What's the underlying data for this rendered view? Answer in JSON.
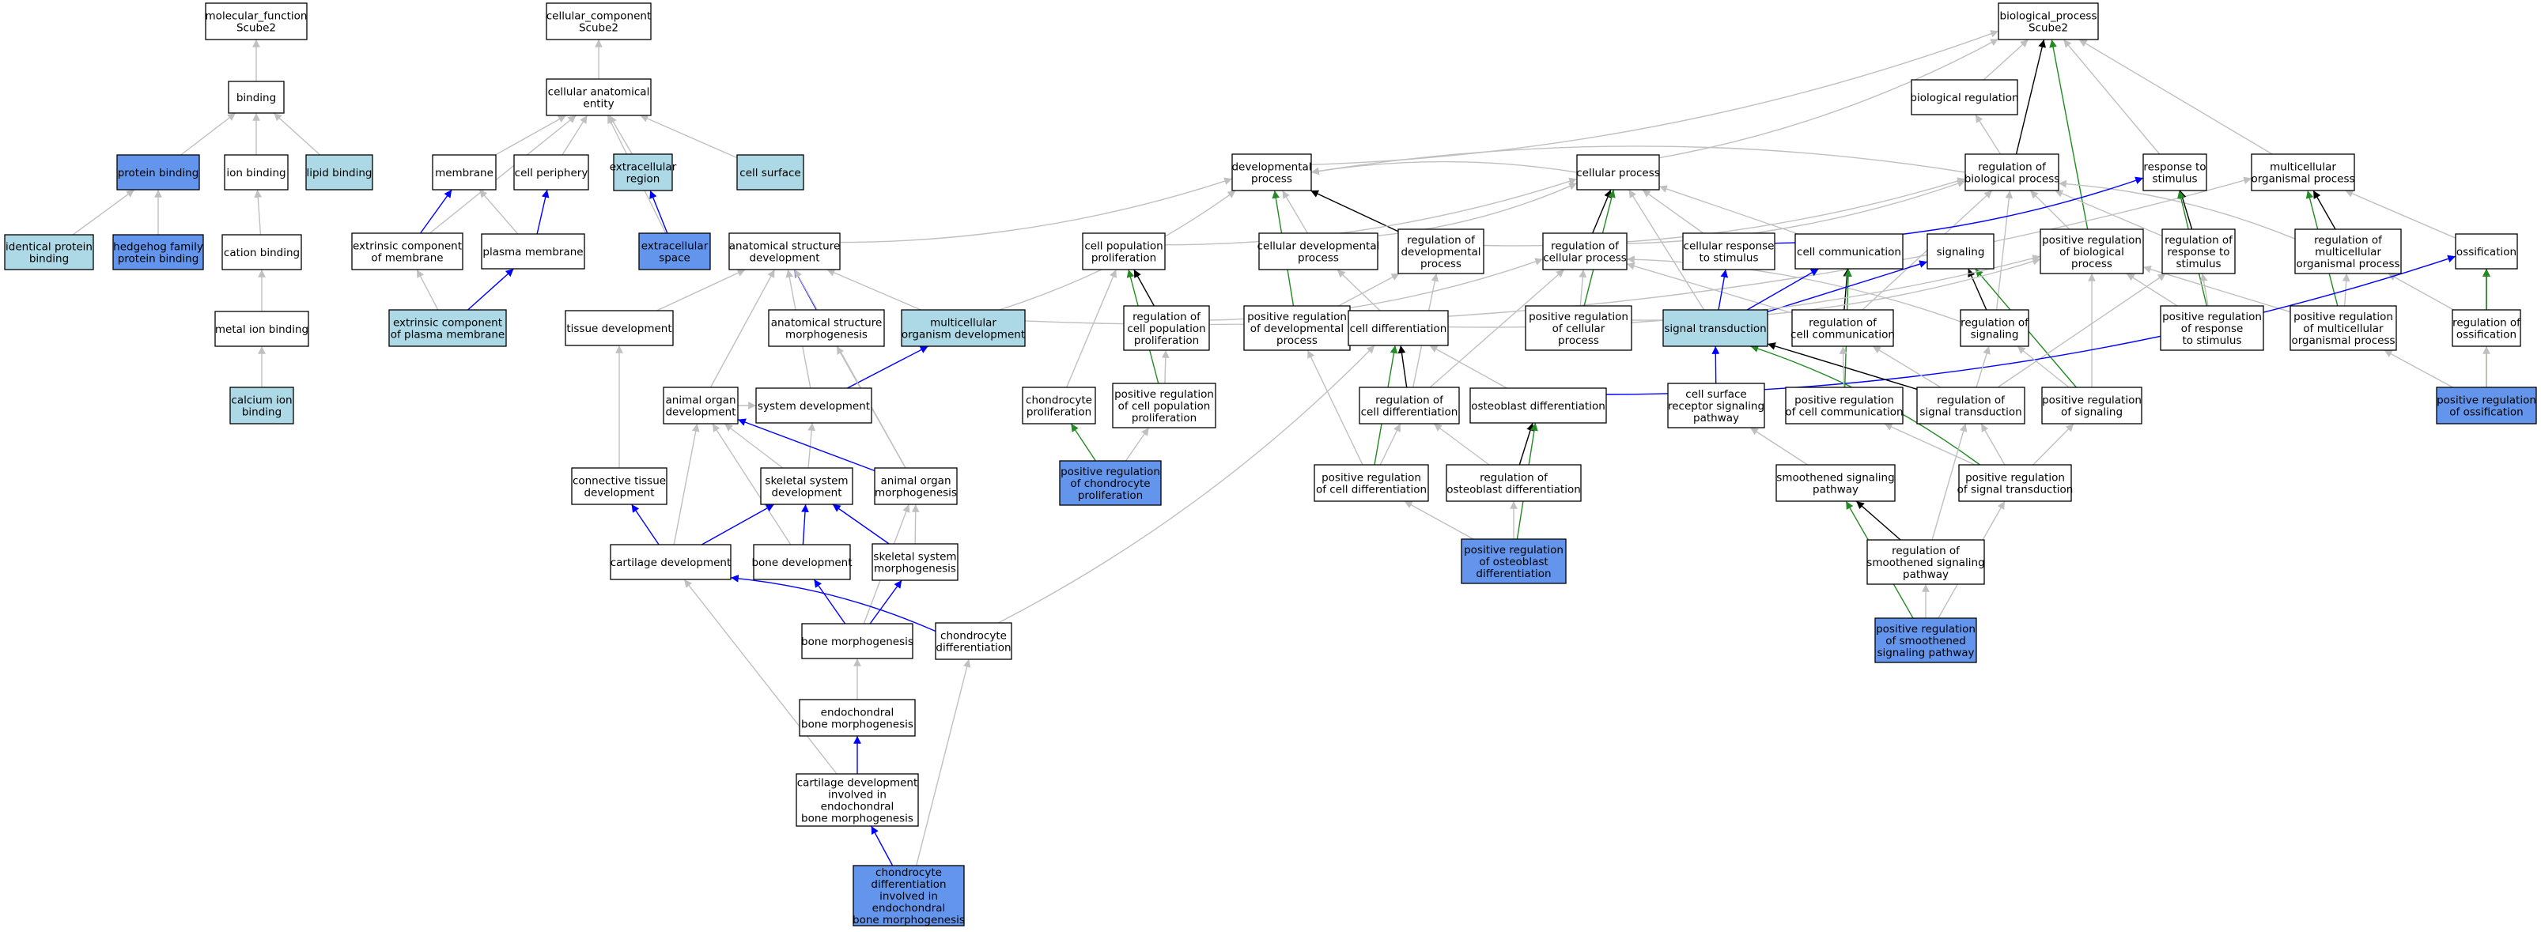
{
  "colors": {
    "plain": "#ffffff",
    "light": "#add8e6",
    "dark": "#6495ed",
    "grey_edge": "#c0c0c0",
    "black_edge": "#000000",
    "blue_edge": "#0000ff",
    "green_edge": "#228b22"
  },
  "nodes": [
    {
      "id": "mf",
      "lines": [
        "molecular_function",
        "Scube2"
      ],
      "fill": "plain"
    },
    {
      "id": "cc",
      "lines": [
        "cellular_component",
        "Scube2"
      ],
      "fill": "plain"
    },
    {
      "id": "bp",
      "lines": [
        "biological_process",
        "Scube2"
      ],
      "fill": "plain"
    },
    {
      "id": "binding",
      "lines": [
        "binding"
      ],
      "fill": "plain"
    },
    {
      "id": "cae",
      "lines": [
        "cellular anatomical",
        "entity"
      ],
      "fill": "plain"
    },
    {
      "id": "protbind",
      "lines": [
        "protein binding"
      ],
      "fill": "dark"
    },
    {
      "id": "ionbind",
      "lines": [
        "ion binding"
      ],
      "fill": "plain"
    },
    {
      "id": "lipidbind",
      "lines": [
        "lipid binding"
      ],
      "fill": "light"
    },
    {
      "id": "idprot",
      "lines": [
        "identical protein",
        "binding"
      ],
      "fill": "light"
    },
    {
      "id": "hhbind",
      "lines": [
        "hedgehog family",
        "protein binding"
      ],
      "fill": "dark"
    },
    {
      "id": "cationbind",
      "lines": [
        "cation binding"
      ],
      "fill": "plain"
    },
    {
      "id": "metalbind",
      "lines": [
        "metal ion binding"
      ],
      "fill": "plain"
    },
    {
      "id": "cabind",
      "lines": [
        "calcium ion",
        "binding"
      ],
      "fill": "light"
    },
    {
      "id": "membrane",
      "lines": [
        "membrane"
      ],
      "fill": "plain"
    },
    {
      "id": "cellper",
      "lines": [
        "cell periphery"
      ],
      "fill": "plain"
    },
    {
      "id": "ecreg",
      "lines": [
        "extracellular",
        "region"
      ],
      "fill": "light"
    },
    {
      "id": "cellsurf",
      "lines": [
        "cell surface"
      ],
      "fill": "light"
    },
    {
      "id": "extcompmem",
      "lines": [
        "extrinsic component",
        "of membrane"
      ],
      "fill": "plain"
    },
    {
      "id": "plasmamem",
      "lines": [
        "plasma membrane"
      ],
      "fill": "plain"
    },
    {
      "id": "ecspace",
      "lines": [
        "extracellular",
        "space"
      ],
      "fill": "dark"
    },
    {
      "id": "extcomppm",
      "lines": [
        "extrinsic component",
        "of plasma membrane"
      ],
      "fill": "light"
    },
    {
      "id": "asd",
      "lines": [
        "anatomical structure",
        "development"
      ],
      "fill": "plain"
    },
    {
      "id": "tissuedev",
      "lines": [
        "tissue development"
      ],
      "fill": "plain"
    },
    {
      "id": "asm",
      "lines": [
        "anatomical structure",
        "morphogenesis"
      ],
      "fill": "plain"
    },
    {
      "id": "mcod",
      "lines": [
        "multicellular",
        "organism development"
      ],
      "fill": "light"
    },
    {
      "id": "aod",
      "lines": [
        "animal organ",
        "development"
      ],
      "fill": "plain"
    },
    {
      "id": "sysdev",
      "lines": [
        "system development"
      ],
      "fill": "plain"
    },
    {
      "id": "ctd",
      "lines": [
        "connective tissue",
        "development"
      ],
      "fill": "plain"
    },
    {
      "id": "ssd",
      "lines": [
        "skeletal system",
        "development"
      ],
      "fill": "plain"
    },
    {
      "id": "aom",
      "lines": [
        "animal organ",
        "morphogenesis"
      ],
      "fill": "plain"
    },
    {
      "id": "cartdev",
      "lines": [
        "cartilage development"
      ],
      "fill": "plain"
    },
    {
      "id": "bonedev",
      "lines": [
        "bone development"
      ],
      "fill": "plain"
    },
    {
      "id": "ssm",
      "lines": [
        "skeletal system",
        "morphogenesis"
      ],
      "fill": "plain"
    },
    {
      "id": "bonemorph",
      "lines": [
        "bone morphogenesis"
      ],
      "fill": "plain"
    },
    {
      "id": "chondiff",
      "lines": [
        "chondrocyte",
        "differentiation"
      ],
      "fill": "plain"
    },
    {
      "id": "endobm",
      "lines": [
        "endochondral",
        "bone morphogenesis"
      ],
      "fill": "plain"
    },
    {
      "id": "cdiebm",
      "lines": [
        "cartilage development",
        "involved in",
        "endochondral",
        "bone morphogenesis"
      ],
      "fill": "plain"
    },
    {
      "id": "chdiebm",
      "lines": [
        "chondrocyte",
        "differentiation",
        "involved in",
        "endochondral",
        "bone morphogenesis"
      ],
      "fill": "dark"
    },
    {
      "id": "devproc",
      "lines": [
        "developmental",
        "process"
      ],
      "fill": "plain"
    },
    {
      "id": "cellproc",
      "lines": [
        "cellular process"
      ],
      "fill": "plain"
    },
    {
      "id": "biolreg",
      "lines": [
        "biological regulation"
      ],
      "fill": "plain"
    },
    {
      "id": "regbp",
      "lines": [
        "regulation of",
        "biological process"
      ],
      "fill": "plain"
    },
    {
      "id": "resp",
      "lines": [
        "response to",
        "stimulus"
      ],
      "fill": "plain"
    },
    {
      "id": "mop",
      "lines": [
        "multicellular",
        "organismal process"
      ],
      "fill": "plain"
    },
    {
      "id": "cpp",
      "lines": [
        "cell population",
        "proliferation"
      ],
      "fill": "plain"
    },
    {
      "id": "cdp",
      "lines": [
        "cellular developmental",
        "process"
      ],
      "fill": "plain"
    },
    {
      "id": "regdp",
      "lines": [
        "regulation of",
        "developmental",
        "process"
      ],
      "fill": "plain"
    },
    {
      "id": "regcp",
      "lines": [
        "regulation of",
        "cellular process"
      ],
      "fill": "plain"
    },
    {
      "id": "crs",
      "lines": [
        "cellular response",
        "to stimulus"
      ],
      "fill": "plain"
    },
    {
      "id": "cellcomm",
      "lines": [
        "cell communication"
      ],
      "fill": "plain"
    },
    {
      "id": "signaling",
      "lines": [
        "signaling"
      ],
      "fill": "plain"
    },
    {
      "id": "posregbp",
      "lines": [
        "positive regulation",
        "of biological",
        "process"
      ],
      "fill": "plain"
    },
    {
      "id": "regrs",
      "lines": [
        "regulation of",
        "response to",
        "stimulus"
      ],
      "fill": "plain"
    },
    {
      "id": "regmop",
      "lines": [
        "regulation of",
        "multicellular",
        "organismal process"
      ],
      "fill": "plain"
    },
    {
      "id": "ossif",
      "lines": [
        "ossification"
      ],
      "fill": "plain"
    },
    {
      "id": "regcpp",
      "lines": [
        "regulation of",
        "cell population",
        "proliferation"
      ],
      "fill": "plain"
    },
    {
      "id": "posregdp",
      "lines": [
        "positive regulation",
        "of developmental",
        "process"
      ],
      "fill": "plain"
    },
    {
      "id": "celldiff",
      "lines": [
        "cell differentiation"
      ],
      "fill": "plain"
    },
    {
      "id": "posregcp",
      "lines": [
        "positive regulation",
        "of cellular",
        "process"
      ],
      "fill": "plain"
    },
    {
      "id": "sigtrans",
      "lines": [
        "signal transduction"
      ],
      "fill": "light"
    },
    {
      "id": "regcc",
      "lines": [
        "regulation of",
        "cell communication"
      ],
      "fill": "plain"
    },
    {
      "id": "regsig",
      "lines": [
        "regulation of",
        "signaling"
      ],
      "fill": "plain"
    },
    {
      "id": "posregrs",
      "lines": [
        "positive regulation",
        "of response",
        "to stimulus"
      ],
      "fill": "plain"
    },
    {
      "id": "posregmop",
      "lines": [
        "positive regulation",
        "of multicellular",
        "organismal process"
      ],
      "fill": "plain"
    },
    {
      "id": "regoss",
      "lines": [
        "regulation of",
        "ossification"
      ],
      "fill": "plain"
    },
    {
      "id": "chprolif",
      "lines": [
        "chondrocyte",
        "proliferation"
      ],
      "fill": "plain"
    },
    {
      "id": "posregcpp",
      "lines": [
        "positive regulation",
        "of cell population",
        "proliferation"
      ],
      "fill": "plain"
    },
    {
      "id": "regcd",
      "lines": [
        "regulation of",
        "cell differentiation"
      ],
      "fill": "plain"
    },
    {
      "id": "ostdiff",
      "lines": [
        "osteoblast differentiation"
      ],
      "fill": "plain"
    },
    {
      "id": "csrsp",
      "lines": [
        "cell surface",
        "receptor signaling",
        "pathway"
      ],
      "fill": "plain"
    },
    {
      "id": "posregcc",
      "lines": [
        "positive regulation",
        "of cell communication"
      ],
      "fill": "plain"
    },
    {
      "id": "regst",
      "lines": [
        "regulation of",
        "signal transduction"
      ],
      "fill": "plain"
    },
    {
      "id": "posregsig",
      "lines": [
        "positive regulation",
        "of signaling"
      ],
      "fill": "plain"
    },
    {
      "id": "posregoss",
      "lines": [
        "positive regulation",
        "of ossification"
      ],
      "fill": "dark"
    },
    {
      "id": "posregchp",
      "lines": [
        "positive regulation",
        "of chondrocyte",
        "proliferation"
      ],
      "fill": "dark"
    },
    {
      "id": "posregcd",
      "lines": [
        "positive regulation",
        "of cell differentiation"
      ],
      "fill": "plain"
    },
    {
      "id": "regod",
      "lines": [
        "regulation of",
        "osteoblast differentiation"
      ],
      "fill": "plain"
    },
    {
      "id": "smosp",
      "lines": [
        "smoothened signaling",
        "pathway"
      ],
      "fill": "plain"
    },
    {
      "id": "posregst",
      "lines": [
        "positive regulation",
        "of signal transduction"
      ],
      "fill": "plain"
    },
    {
      "id": "posregod",
      "lines": [
        "positive regulation",
        "of osteoblast",
        "differentiation"
      ],
      "fill": "dark"
    },
    {
      "id": "regsmosp",
      "lines": [
        "regulation of",
        "smoothened signaling",
        "pathway"
      ],
      "fill": "plain"
    },
    {
      "id": "posregsmosp",
      "lines": [
        "positive regulation",
        "of smoothened",
        "signaling pathway"
      ],
      "fill": "dark"
    }
  ],
  "edges": [
    [
      "binding",
      "mf",
      "grey"
    ],
    [
      "cae",
      "cc",
      "grey"
    ],
    [
      "protbind",
      "binding",
      "grey"
    ],
    [
      "ionbind",
      "binding",
      "grey"
    ],
    [
      "lipidbind",
      "binding",
      "grey"
    ],
    [
      "idprot",
      "protbind",
      "grey"
    ],
    [
      "hhbind",
      "protbind",
      "grey"
    ],
    [
      "cationbind",
      "ionbind",
      "grey"
    ],
    [
      "metalbind",
      "cationbind",
      "grey"
    ],
    [
      "cabind",
      "metalbind",
      "grey"
    ],
    [
      "membrane",
      "cae",
      "grey"
    ],
    [
      "cellper",
      "cae",
      "grey"
    ],
    [
      "ecreg",
      "cae",
      "grey"
    ],
    [
      "cellsurf",
      "cae",
      "grey"
    ],
    [
      "ecspace",
      "cae",
      "grey"
    ],
    [
      "extcompmem",
      "cae",
      "grey"
    ],
    [
      "extcompmem",
      "membrane",
      "blue"
    ],
    [
      "plasmamem",
      "membrane",
      "grey"
    ],
    [
      "plasmamem",
      "cellper",
      "blue"
    ],
    [
      "ecspace",
      "ecreg",
      "blue"
    ],
    [
      "extcomppm",
      "plasmamem",
      "blue"
    ],
    [
      "extcomppm",
      "extcompmem",
      "grey"
    ],
    [
      "devproc",
      "bp",
      "grey"
    ],
    [
      "cellproc",
      "bp",
      "grey"
    ],
    [
      "biolreg",
      "bp",
      "grey"
    ],
    [
      "regbp",
      "bp",
      "black"
    ],
    [
      "resp",
      "bp",
      "grey"
    ],
    [
      "mop",
      "bp",
      "grey"
    ],
    [
      "posregbp",
      "bp",
      "green"
    ],
    [
      "regbp",
      "biolreg",
      "grey"
    ],
    [
      "asd",
      "devproc",
      "grey"
    ],
    [
      "mcod",
      "devproc",
      "grey"
    ],
    [
      "cdp",
      "devproc",
      "grey"
    ],
    [
      "regdp",
      "devproc",
      "black"
    ],
    [
      "posregdp",
      "devproc",
      "green"
    ],
    [
      "mcod",
      "mop",
      "grey"
    ],
    [
      "tissuedev",
      "asd",
      "grey"
    ],
    [
      "asm",
      "asd",
      "blue"
    ],
    [
      "mcod",
      "asd",
      "grey"
    ],
    [
      "aod",
      "asd",
      "grey"
    ],
    [
      "sysdev",
      "asd",
      "grey"
    ],
    [
      "aom",
      "asd",
      "grey"
    ],
    [
      "sysdev",
      "mcod",
      "blue"
    ],
    [
      "aod",
      "sysdev",
      "grey"
    ],
    [
      "ssd",
      "sysdev",
      "grey"
    ],
    [
      "aom",
      "asm",
      "grey"
    ],
    [
      "ctd",
      "tissuedev",
      "grey"
    ],
    [
      "ssd",
      "aod",
      "grey"
    ],
    [
      "aom",
      "aod",
      "blue"
    ],
    [
      "bonedev",
      "aod",
      "grey"
    ],
    [
      "cartdev",
      "aod",
      "grey"
    ],
    [
      "cartdev",
      "ctd",
      "blue"
    ],
    [
      "cartdev",
      "ssd",
      "blue"
    ],
    [
      "bonedev",
      "ssd",
      "blue"
    ],
    [
      "ssm",
      "ssd",
      "blue"
    ],
    [
      "ssm",
      "aom",
      "grey"
    ],
    [
      "bonemorph",
      "aom",
      "grey"
    ],
    [
      "bonemorph",
      "bonedev",
      "blue"
    ],
    [
      "bonemorph",
      "ssm",
      "blue"
    ],
    [
      "chondiff",
      "cartdev",
      "blue"
    ],
    [
      "endobm",
      "bonemorph",
      "grey"
    ],
    [
      "cdiebm",
      "endobm",
      "blue"
    ],
    [
      "cdiebm",
      "cartdev",
      "grey"
    ],
    [
      "chdiebm",
      "cdiebm",
      "blue"
    ],
    [
      "chdiebm",
      "chondiff",
      "grey"
    ],
    [
      "chondiff",
      "celldiff",
      "grey"
    ],
    [
      "regbp",
      "devproc",
      "grey"
    ],
    [
      "cellproc",
      "devproc",
      "grey"
    ],
    [
      "cpp",
      "cellproc",
      "grey"
    ],
    [
      "regcp",
      "cellproc",
      "black"
    ],
    [
      "crs",
      "cellproc",
      "grey"
    ],
    [
      "cellcomm",
      "cellproc",
      "grey"
    ],
    [
      "sigtrans",
      "cellproc",
      "grey"
    ],
    [
      "posregcp",
      "cellproc",
      "green"
    ],
    [
      "cdp",
      "cellproc",
      "grey"
    ],
    [
      "regdp",
      "regbp",
      "grey"
    ],
    [
      "regcp",
      "regbp",
      "grey"
    ],
    [
      "regrs",
      "regbp",
      "grey"
    ],
    [
      "regmop",
      "regbp",
      "grey"
    ],
    [
      "posregbp",
      "regbp",
      "grey"
    ],
    [
      "regcc",
      "regbp",
      "grey"
    ],
    [
      "regsig",
      "regbp",
      "grey"
    ],
    [
      "crs",
      "resp",
      "blue"
    ],
    [
      "regrs",
      "resp",
      "black"
    ],
    [
      "posregrs",
      "resp",
      "green"
    ],
    [
      "regmop",
      "mop",
      "black"
    ],
    [
      "posregmop",
      "mop",
      "green"
    ],
    [
      "ossif",
      "mop",
      "grey"
    ],
    [
      "regcpp",
      "cpp",
      "black"
    ],
    [
      "posregcpp",
      "cpp",
      "green"
    ],
    [
      "chprolif",
      "cpp",
      "grey"
    ],
    [
      "regcpp",
      "regcp",
      "grey"
    ],
    [
      "celldiff",
      "cdp",
      "grey"
    ],
    [
      "posregdp",
      "regdp",
      "grey"
    ],
    [
      "regcd",
      "regdp",
      "grey"
    ],
    [
      "posregcp",
      "regcp",
      "grey"
    ],
    [
      "regcc",
      "regcp",
      "grey"
    ],
    [
      "regsig",
      "regcp",
      "grey"
    ],
    [
      "regcd",
      "regcp",
      "grey"
    ],
    [
      "sigtrans",
      "crs",
      "blue"
    ],
    [
      "sigtrans",
      "cellcomm",
      "blue"
    ],
    [
      "regcc",
      "cellcomm",
      "black"
    ],
    [
      "posregcc",
      "cellcomm",
      "green"
    ],
    [
      "sigtrans",
      "signaling",
      "blue"
    ],
    [
      "regsig",
      "signaling",
      "black"
    ],
    [
      "posregsig",
      "signaling",
      "green"
    ],
    [
      "posregcp",
      "posregbp",
      "grey"
    ],
    [
      "posregdp",
      "posregbp",
      "grey"
    ],
    [
      "posregrs",
      "posregbp",
      "grey"
    ],
    [
      "posregmop",
      "posregbp",
      "grey"
    ],
    [
      "posregsig",
      "posregbp",
      "grey"
    ],
    [
      "posregrs",
      "regrs",
      "grey"
    ],
    [
      "regst",
      "regrs",
      "grey"
    ],
    [
      "posregmop",
      "regmop",
      "grey"
    ],
    [
      "regoss",
      "regmop",
      "grey"
    ],
    [
      "regoss",
      "ossif",
      "black"
    ],
    [
      "posregoss",
      "ossif",
      "green"
    ],
    [
      "ostdiff",
      "ossif",
      "blue"
    ],
    [
      "posregoss",
      "regoss",
      "grey"
    ],
    [
      "posregoss",
      "posregmop",
      "grey"
    ],
    [
      "posregcpp",
      "regcpp",
      "grey"
    ],
    [
      "posregchp",
      "chprolif",
      "green"
    ],
    [
      "posregchp",
      "posregcpp",
      "grey"
    ],
    [
      "regcd",
      "celldiff",
      "black"
    ],
    [
      "posregcd",
      "celldiff",
      "green"
    ],
    [
      "posregcd",
      "regcd",
      "grey"
    ],
    [
      "posregcd",
      "posregdp",
      "grey"
    ],
    [
      "ostdiff",
      "celldiff",
      "grey"
    ],
    [
      "regod",
      "ostdiff",
      "black"
    ],
    [
      "posregod",
      "ostdiff",
      "green"
    ],
    [
      "posregod",
      "regod",
      "grey"
    ],
    [
      "posregod",
      "posregcd",
      "grey"
    ],
    [
      "regod",
      "regcd",
      "grey"
    ],
    [
      "csrsp",
      "sigtrans",
      "blue"
    ],
    [
      "regst",
      "sigtrans",
      "black"
    ],
    [
      "posregst",
      "sigtrans",
      "green"
    ],
    [
      "smosp",
      "csrsp",
      "grey"
    ],
    [
      "posregcc",
      "regcc",
      "grey"
    ],
    [
      "regst",
      "regcc",
      "grey"
    ],
    [
      "posregst",
      "posregcc",
      "grey"
    ],
    [
      "regst",
      "regsig",
      "grey"
    ],
    [
      "posregsig",
      "regsig",
      "grey"
    ],
    [
      "posregst",
      "posregsig",
      "grey"
    ],
    [
      "posregst",
      "regst",
      "grey"
    ],
    [
      "regsmosp",
      "smosp",
      "black"
    ],
    [
      "posregsmosp",
      "smosp",
      "green"
    ],
    [
      "posregsmosp",
      "regsmosp",
      "grey"
    ],
    [
      "posregsmosp",
      "posregst",
      "grey"
    ],
    [
      "regsmosp",
      "regst",
      "grey"
    ]
  ]
}
